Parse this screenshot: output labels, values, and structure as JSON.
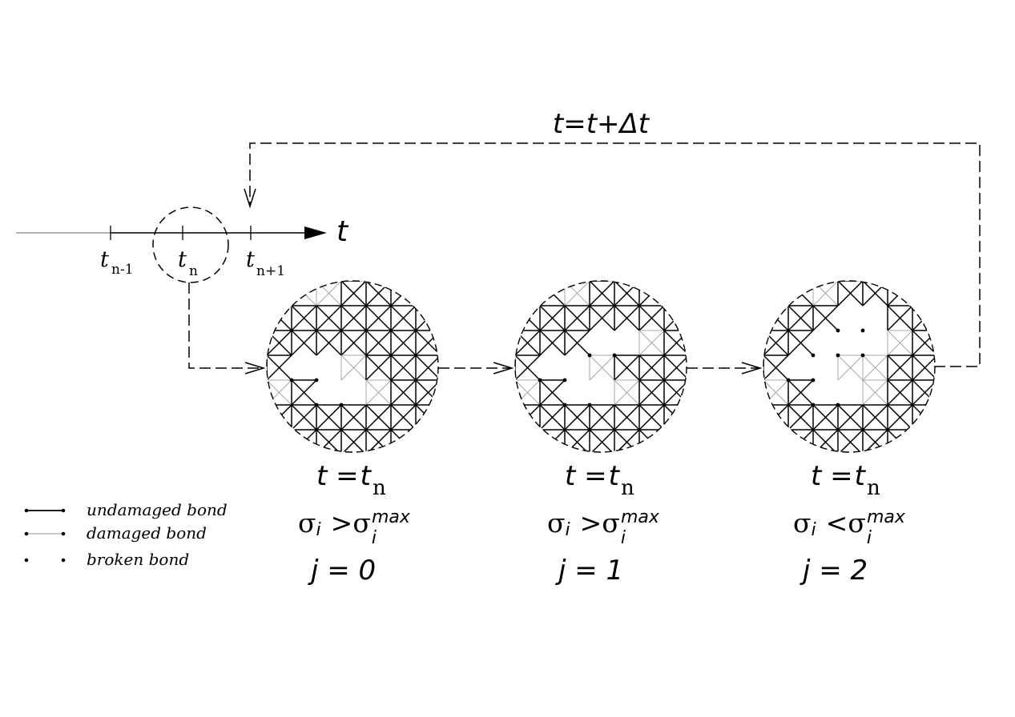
{
  "loop_label": "t=t+Δt",
  "axis": {
    "label": "t",
    "ticks": [
      {
        "main": "t",
        "sub": "n-1"
      },
      {
        "main": "t",
        "sub": "n"
      },
      {
        "main": "t",
        "sub": "n+1"
      }
    ]
  },
  "stages": [
    {
      "time_lhs": "t",
      "time_eq": "=",
      "time_rhs": "t",
      "time_sub": "n",
      "stress_sym": "σ",
      "stress_sub": "i",
      "stress_op": ">",
      "stress_max_sym": "σ",
      "stress_max_sub": "i",
      "stress_max_sup": "max",
      "iter": "j = 0"
    },
    {
      "time_lhs": "t",
      "time_eq": "=",
      "time_rhs": "t",
      "time_sub": "n",
      "stress_sym": "σ",
      "stress_sub": "i",
      "stress_op": ">",
      "stress_max_sym": "σ",
      "stress_max_sub": "i",
      "stress_max_sup": "max",
      "iter": "j = 1"
    },
    {
      "time_lhs": "t",
      "time_eq": "=",
      "time_rhs": "t",
      "time_sub": "n",
      "stress_sym": "σ",
      "stress_sub": "i",
      "stress_op": "<",
      "stress_max_sym": "σ",
      "stress_max_sub": "i",
      "stress_max_sup": "max",
      "iter": "j = 2"
    }
  ],
  "legend": [
    {
      "type": "undamaged",
      "label": "undamaged bond"
    },
    {
      "type": "damaged",
      "label": "damaged bond"
    },
    {
      "type": "broken",
      "label": "broken bond"
    }
  ],
  "colors": {
    "ink": "#000000",
    "damaged": "#a8a8a8"
  }
}
